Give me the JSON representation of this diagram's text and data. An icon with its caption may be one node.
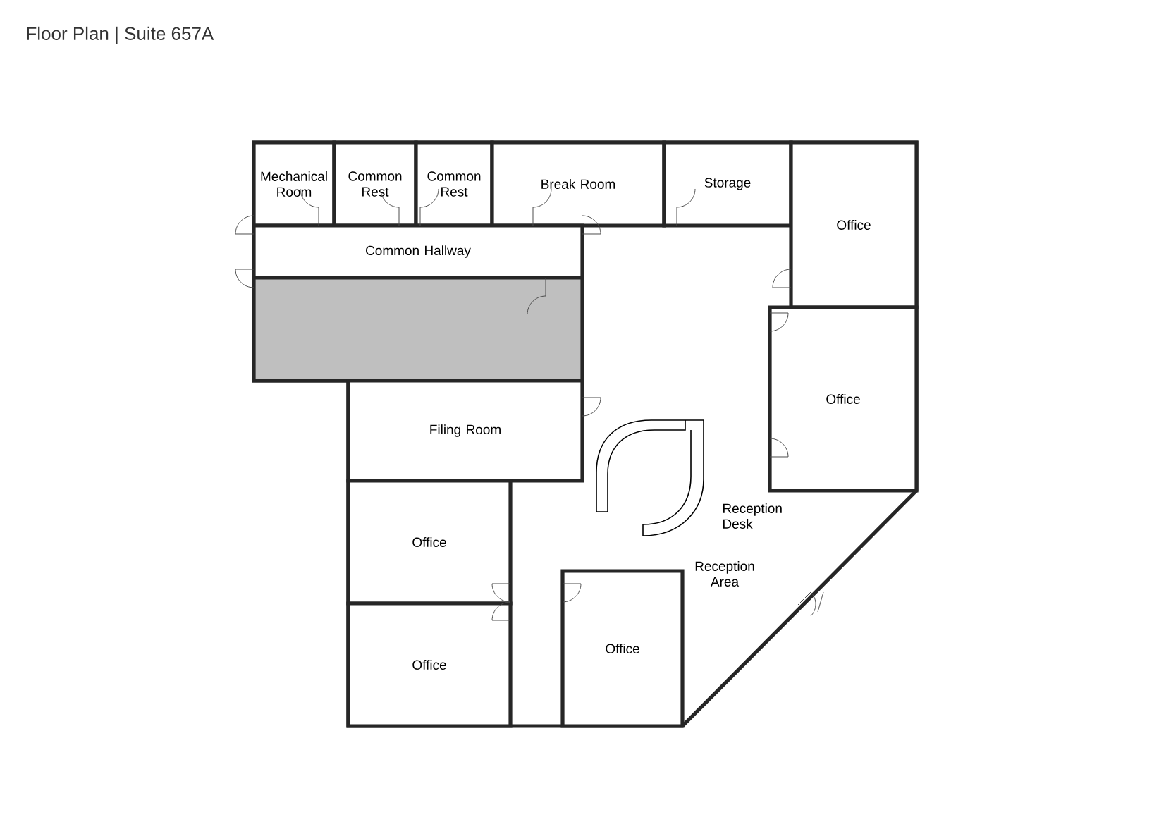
{
  "diagram": {
    "title": "Floor Plan | Suite 657A",
    "nodes": [
      {
        "text": [
          "Mechanical Room"
        ]
      },
      {
        "text": [
          "Common Rest"
        ]
      },
      {
        "text": [
          "Common Rest"
        ]
      },
      {
        "text": [
          "Break Room"
        ]
      },
      {
        "text": [
          "Storage"
        ]
      },
      {
        "text": [
          "Office"
        ]
      },
      {
        "text": [
          "Common Hallway"
        ]
      },
      {
        "text": [],
        "shape": "box"
      },
      {
        "text": [
          "Office"
        ]
      },
      {
        "text": [
          "Filing Room"
        ]
      },
      {
        "text": [
          "Office"
        ]
      },
      {
        "text": [
          "Office"
        ]
      },
      {
        "text": [
          "Office"
        ]
      }
    ],
    "labels": [
      "Reception Desk",
      "Reception Area"
    ]
  }
}
